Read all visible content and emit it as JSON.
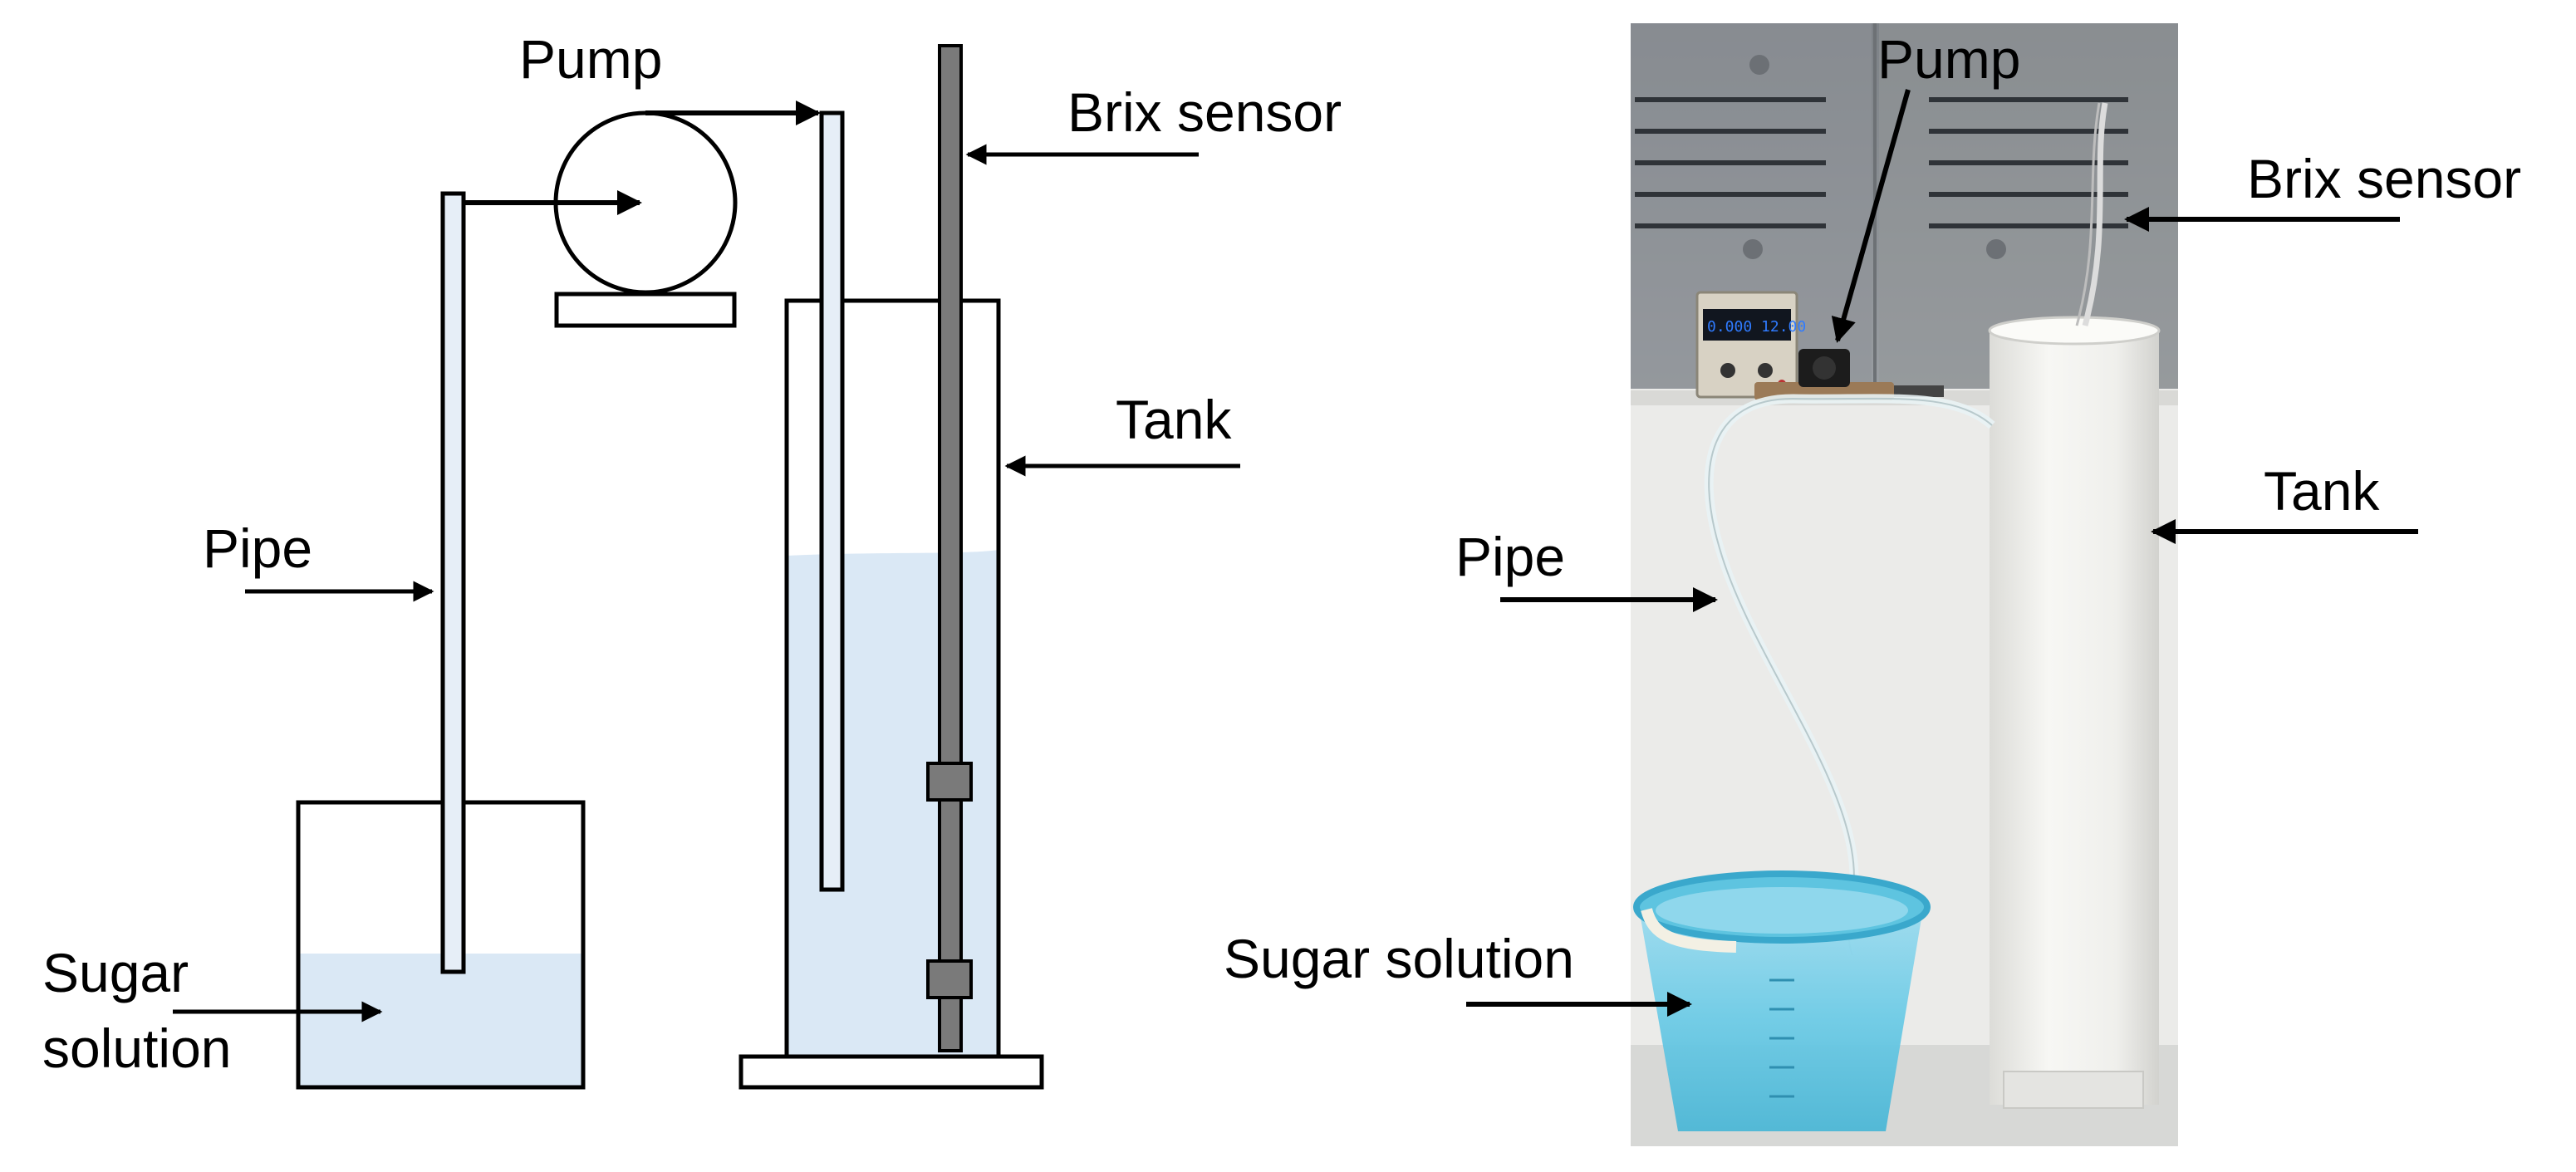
{
  "schematic": {
    "labels": {
      "pump": "Pump",
      "brix_sensor": "Brix sensor",
      "tank": "Tank",
      "pipe": "Pipe",
      "sugar_line1": "Sugar",
      "sugar_line2": "solution"
    }
  },
  "photo": {
    "labels": {
      "pump": "Pump",
      "brix_sensor": "Brix sensor",
      "tank": "Tank",
      "pipe": "Pipe",
      "sugar_solution": "Sugar solution"
    },
    "power_supply_display": "0.000  12.00"
  },
  "colors": {
    "liquid": "#dae8f5",
    "sensor_rod": "#7a7a7a",
    "outline": "#000000",
    "photo_liquid": "#5ec4e0",
    "tank_white": "#f1f1ee"
  },
  "icons": [
    "arrow-icon",
    "pump-icon"
  ]
}
